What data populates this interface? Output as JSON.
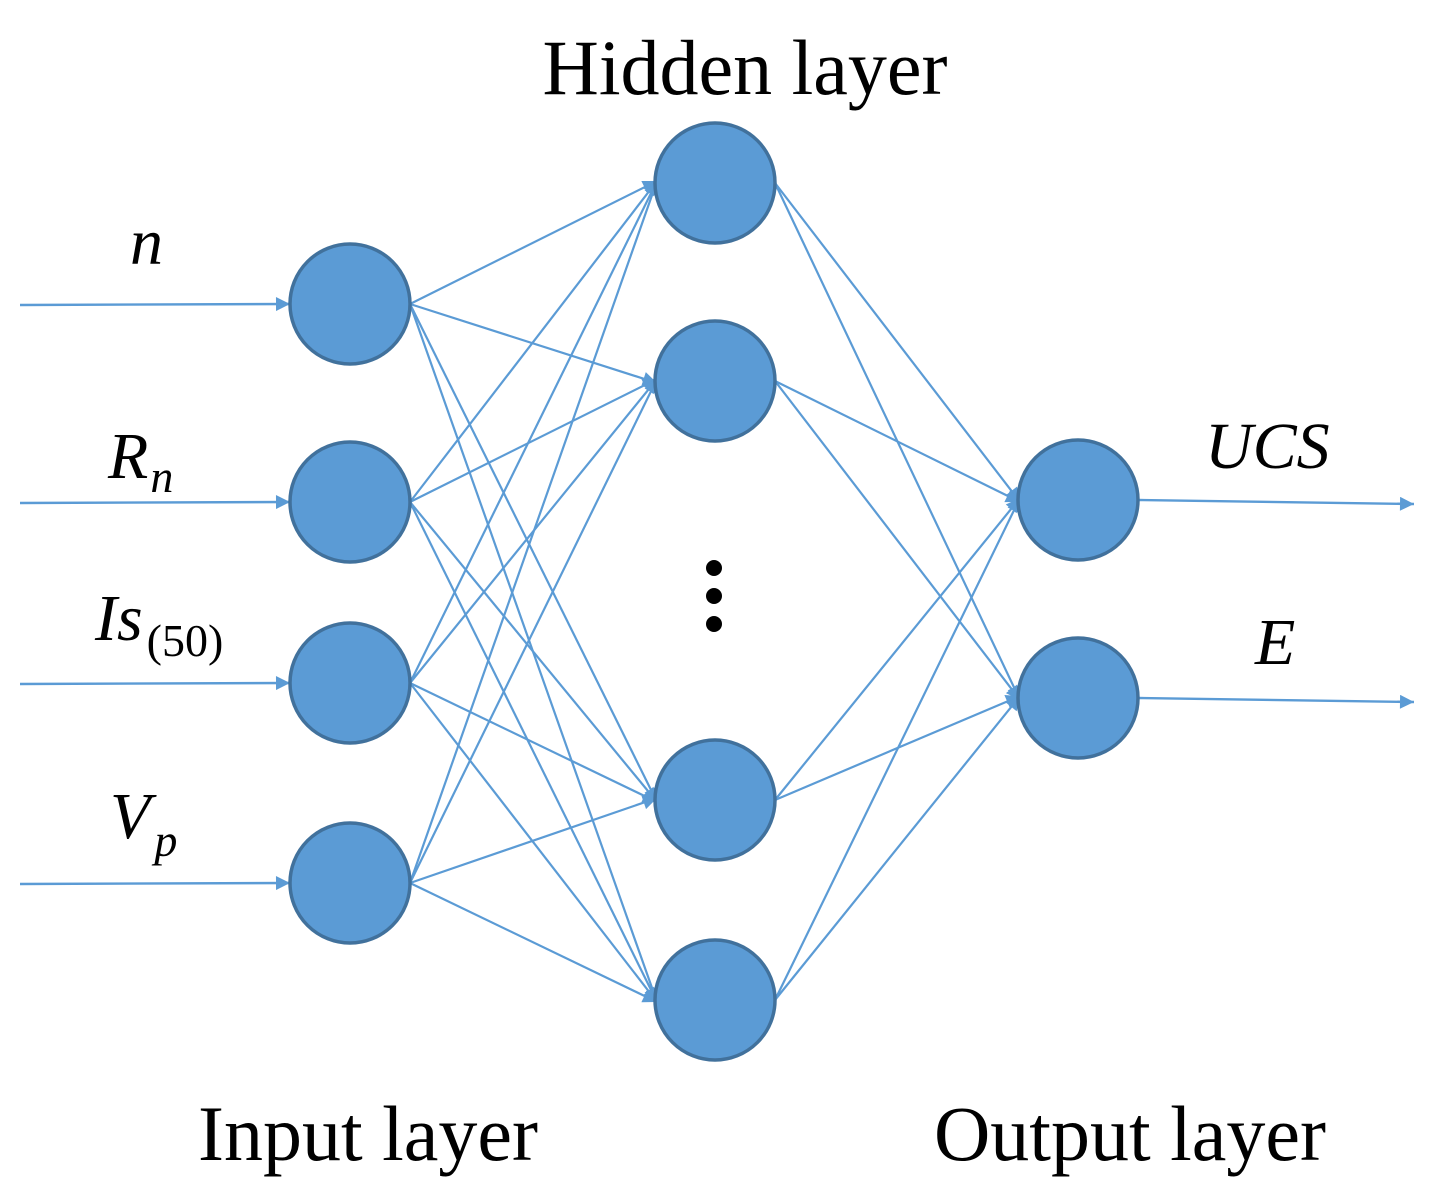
{
  "titles": {
    "hidden": "Hidden layer",
    "input": "Input layer",
    "output": "Output layer"
  },
  "inputs": [
    {
      "main": "n",
      "sub": ""
    },
    {
      "main": "R",
      "sub": "n"
    },
    {
      "main": "Is",
      "sub": "(50)"
    },
    {
      "main": "V",
      "sub": "p"
    }
  ],
  "outputs": [
    {
      "main": "UCS"
    },
    {
      "main": "E"
    }
  ],
  "colors": {
    "node_fill": "#5b9bd5",
    "node_stroke": "#41719c",
    "edge": "#5b9bd5",
    "text": "#000000"
  }
}
